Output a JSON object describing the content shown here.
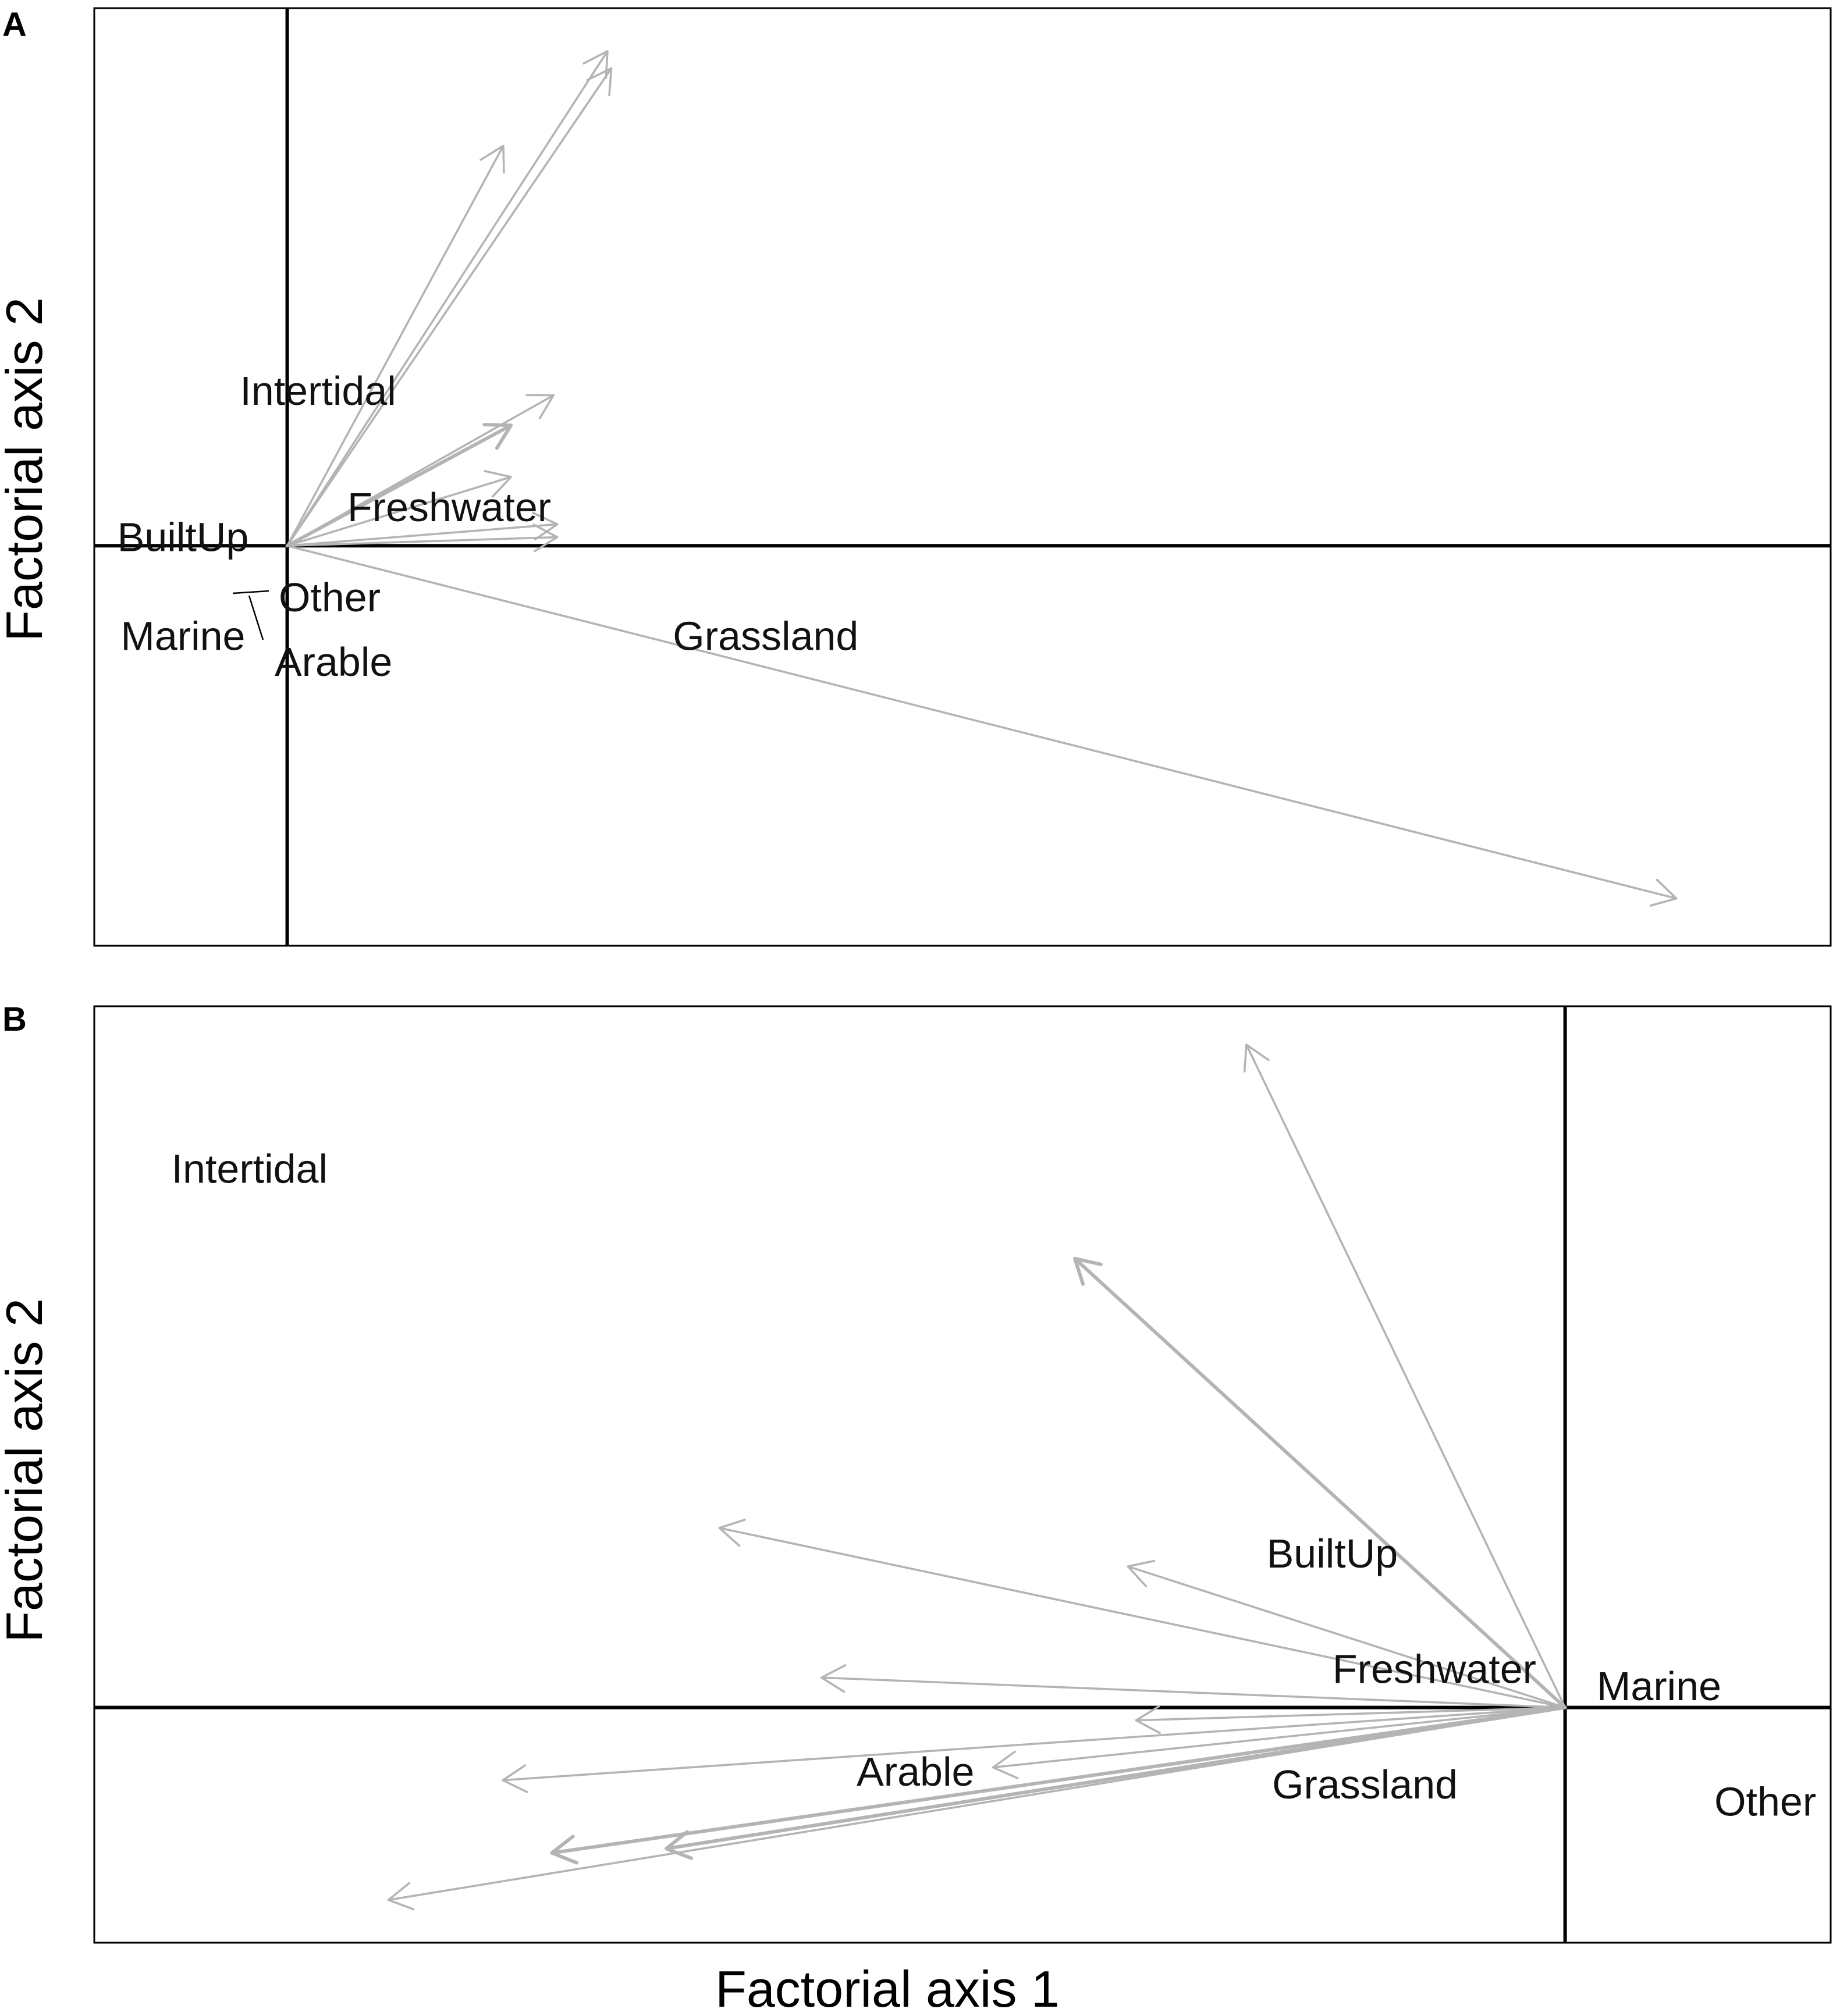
{
  "figure": {
    "x_axis_label": "Factorial axis 1"
  },
  "chart_data": [
    {
      "panel": "A",
      "type": "scatter",
      "ylabel": "Factorial axis 2",
      "xlim": [
        -0.5,
        4.0
      ],
      "ylim": [
        -0.93,
        1.25
      ],
      "axes_lines": {
        "x": 0,
        "y": 0
      },
      "grid": false,
      "arrows": [
        {
          "x": 0.83,
          "y": 1.15,
          "width": 1.5
        },
        {
          "x": 0.84,
          "y": 1.11,
          "width": 1.5
        },
        {
          "x": 0.56,
          "y": 0.93,
          "width": 1.5
        },
        {
          "x": 0.69,
          "y": 0.35,
          "width": 1.5
        },
        {
          "x": 0.58,
          "y": 0.28,
          "width": 2.5
        },
        {
          "x": 0.58,
          "y": 0.16,
          "width": 1.5
        },
        {
          "x": 0.7,
          "y": 0.05,
          "width": 1.5
        },
        {
          "x": 0.7,
          "y": 0.02,
          "width": 1.5
        },
        {
          "x": 3.6,
          "y": -0.82,
          "width": 1.5
        }
      ],
      "categories": [
        {
          "name": "Intertidal",
          "x": 0.08,
          "y": 0.36
        },
        {
          "name": "Freshwater",
          "x": 0.42,
          "y": 0.09
        },
        {
          "name": "BuiltUp",
          "x": -0.27,
          "y": 0.02
        },
        {
          "name": "Other",
          "x": 0.11,
          "y": -0.12
        },
        {
          "name": "Marine",
          "x": -0.27,
          "y": -0.21
        },
        {
          "name": "Arable",
          "x": 0.12,
          "y": -0.27
        },
        {
          "name": "Grassland",
          "x": 1.24,
          "y": -0.21
        }
      ]
    },
    {
      "panel": "B",
      "type": "scatter",
      "ylabel": "Factorial axis 2",
      "xlim": [
        -3.6,
        0.65
      ],
      "ylim": [
        -0.55,
        1.64
      ],
      "axes_lines": {
        "x": 0,
        "y": 0
      },
      "grid": false,
      "arrows": [
        {
          "x": -0.78,
          "y": 1.55,
          "width": 1.5
        },
        {
          "x": -1.2,
          "y": 1.05,
          "width": 2.5
        },
        {
          "x": -2.07,
          "y": 0.42,
          "width": 1.5
        },
        {
          "x": -1.07,
          "y": 0.33,
          "width": 1.5
        },
        {
          "x": -1.82,
          "y": 0.07,
          "width": 1.5
        },
        {
          "x": -1.05,
          "y": -0.03,
          "width": 1.5
        },
        {
          "x": -1.4,
          "y": -0.14,
          "width": 1.5
        },
        {
          "x": -2.6,
          "y": -0.17,
          "width": 1.5
        },
        {
          "x": -2.48,
          "y": -0.34,
          "width": 2.5
        },
        {
          "x": -2.2,
          "y": -0.33,
          "width": 2.5
        },
        {
          "x": -2.88,
          "y": -0.45,
          "width": 1.5
        }
      ],
      "categories": [
        {
          "name": "Intertidal",
          "x": -3.22,
          "y": 1.26
        },
        {
          "name": "BuiltUp",
          "x": -0.57,
          "y": 0.36
        },
        {
          "name": "Freshwater",
          "x": -0.32,
          "y": 0.09
        },
        {
          "name": "Marine",
          "x": 0.23,
          "y": 0.05
        },
        {
          "name": "Arable",
          "x": -1.59,
          "y": -0.15
        },
        {
          "name": "Grassland",
          "x": -0.49,
          "y": -0.18
        },
        {
          "name": "Other",
          "x": 0.49,
          "y": -0.22
        }
      ]
    }
  ]
}
